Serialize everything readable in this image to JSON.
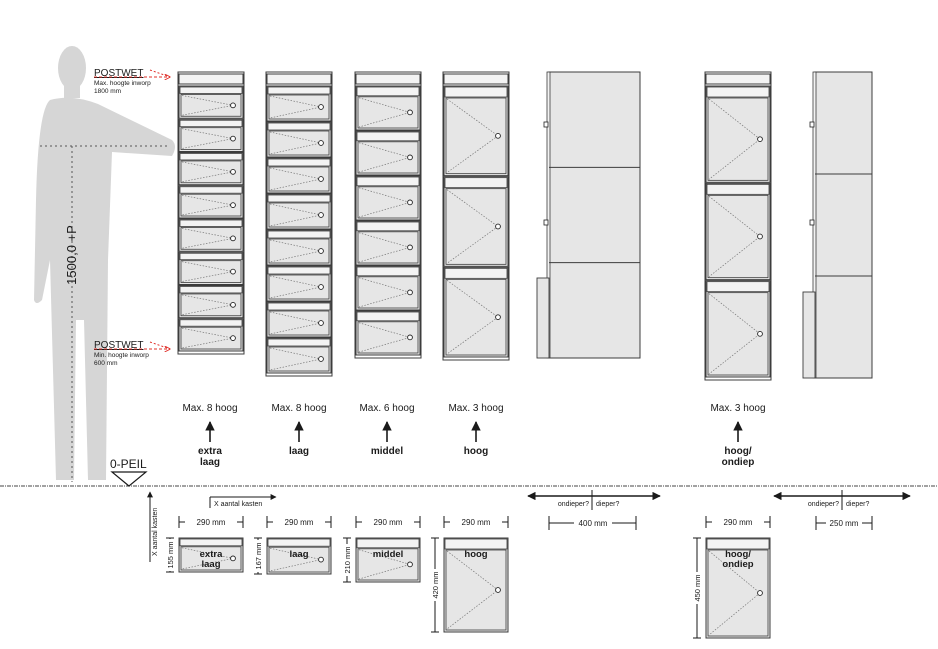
{
  "colors": {
    "silhouette": "#d6d6d6",
    "panel": "#e6e6e6",
    "outline": "#3c3c3c",
    "warning": "#e0302a",
    "text": "#1a1a1a"
  },
  "postwet_top": {
    "title": "POSTWET",
    "line1": "Max. hoogte inworp",
    "line2": "1800 mm"
  },
  "postwet_bottom": {
    "title": "POSTWET",
    "line1": "Min. hoogte inworp",
    "line2": "600 mm"
  },
  "person_height": "1500,0 +P",
  "zero_level": "0-PEIL",
  "x_count_horizontal": "X aantal kasten",
  "x_count_vertical": "X aantal kasten",
  "columns": [
    {
      "max": "Max. 8 hoog",
      "type_line1": "extra",
      "type_line2": "laag"
    },
    {
      "max": "Max. 8 hoog",
      "type_line1": "laag",
      "type_line2": ""
    },
    {
      "max": "Max. 6 hoog",
      "type_line1": "middel",
      "type_line2": ""
    },
    {
      "max": "Max. 3 hoog",
      "type_line1": "hoog",
      "type_line2": ""
    },
    {
      "max": "Max. 3 hoog",
      "type_line1": "hoog/",
      "type_line2": "ondiep"
    }
  ],
  "depth": [
    {
      "q1": "ondieper?",
      "q2": "dieper?",
      "value": "400 mm"
    },
    {
      "q1": "ondieper?",
      "q2": "dieper?",
      "value": "250 mm"
    }
  ],
  "boxes": [
    {
      "width": "290 mm",
      "height": "155 mm",
      "label1": "extra",
      "label2": "laag"
    },
    {
      "width": "290 mm",
      "height": "167 mm",
      "label1": "laag",
      "label2": ""
    },
    {
      "width": "290 mm",
      "height": "210 mm",
      "label1": "middel",
      "label2": ""
    },
    {
      "width": "290 mm",
      "height": "420 mm",
      "label1": "hoog",
      "label2": ""
    },
    {
      "width": "290 mm",
      "height": "450 mm",
      "label1": "hoog/",
      "label2": "ondiep"
    }
  ]
}
